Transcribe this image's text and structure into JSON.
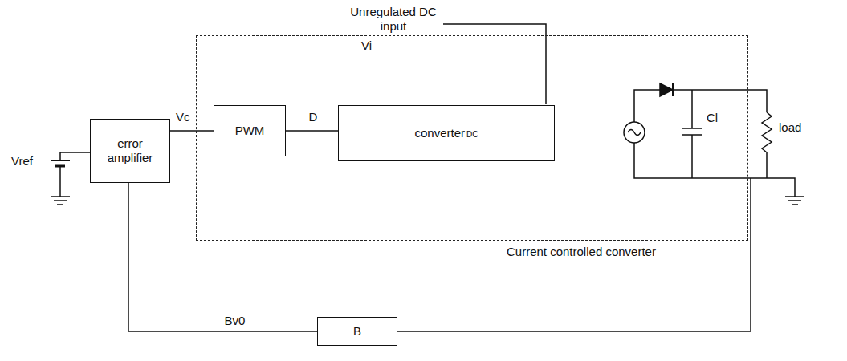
{
  "diagram": {
    "nodes": [
      {
        "text": [
          "error amplifier"
        ]
      },
      {
        "text": [
          "Current controlled converter"
        ]
      },
      {
        "text": [
          "PWM"
        ],
        "in": 1
      },
      {
        "text": [
          "converter",
          "DC"
        ],
        "in": 1
      },
      {
        "text": [
          "B"
        ]
      }
    ],
    "edges": [
      {
        "from": 0,
        "to": 2,
        "arrow": "none",
        "label": "Vc"
      },
      {
        "from": 2,
        "to": 3,
        "arrow": "none",
        "label": "D"
      },
      {
        "from": 4,
        "to": 0,
        "arrow": "none",
        "label": "Bv0"
      }
    ],
    "labels": [
      "Vref",
      "Unregulated DC input",
      "Vi",
      "Cl",
      "load"
    ]
  }
}
